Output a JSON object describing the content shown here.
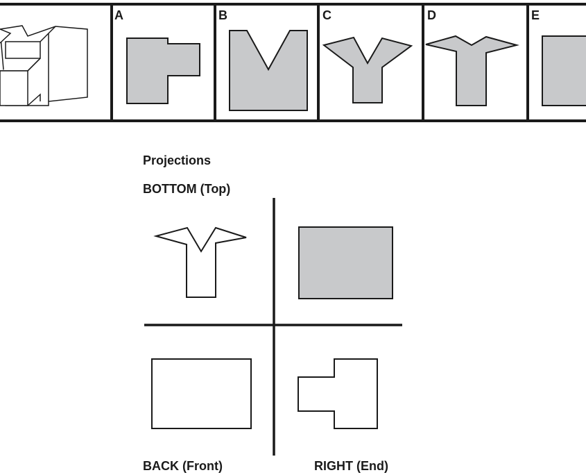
{
  "options": [
    {
      "label": "A"
    },
    {
      "label": "B"
    },
    {
      "label": "C"
    },
    {
      "label": "D"
    },
    {
      "label": "E"
    }
  ],
  "projections": {
    "title": "Projections",
    "bottom_label": "BOTTOM (Top)",
    "back_label": "BACK (Front)",
    "right_label": "RIGHT (End)"
  },
  "colors": {
    "fill": "#c8c9cb",
    "line": "#1a1a1a"
  }
}
